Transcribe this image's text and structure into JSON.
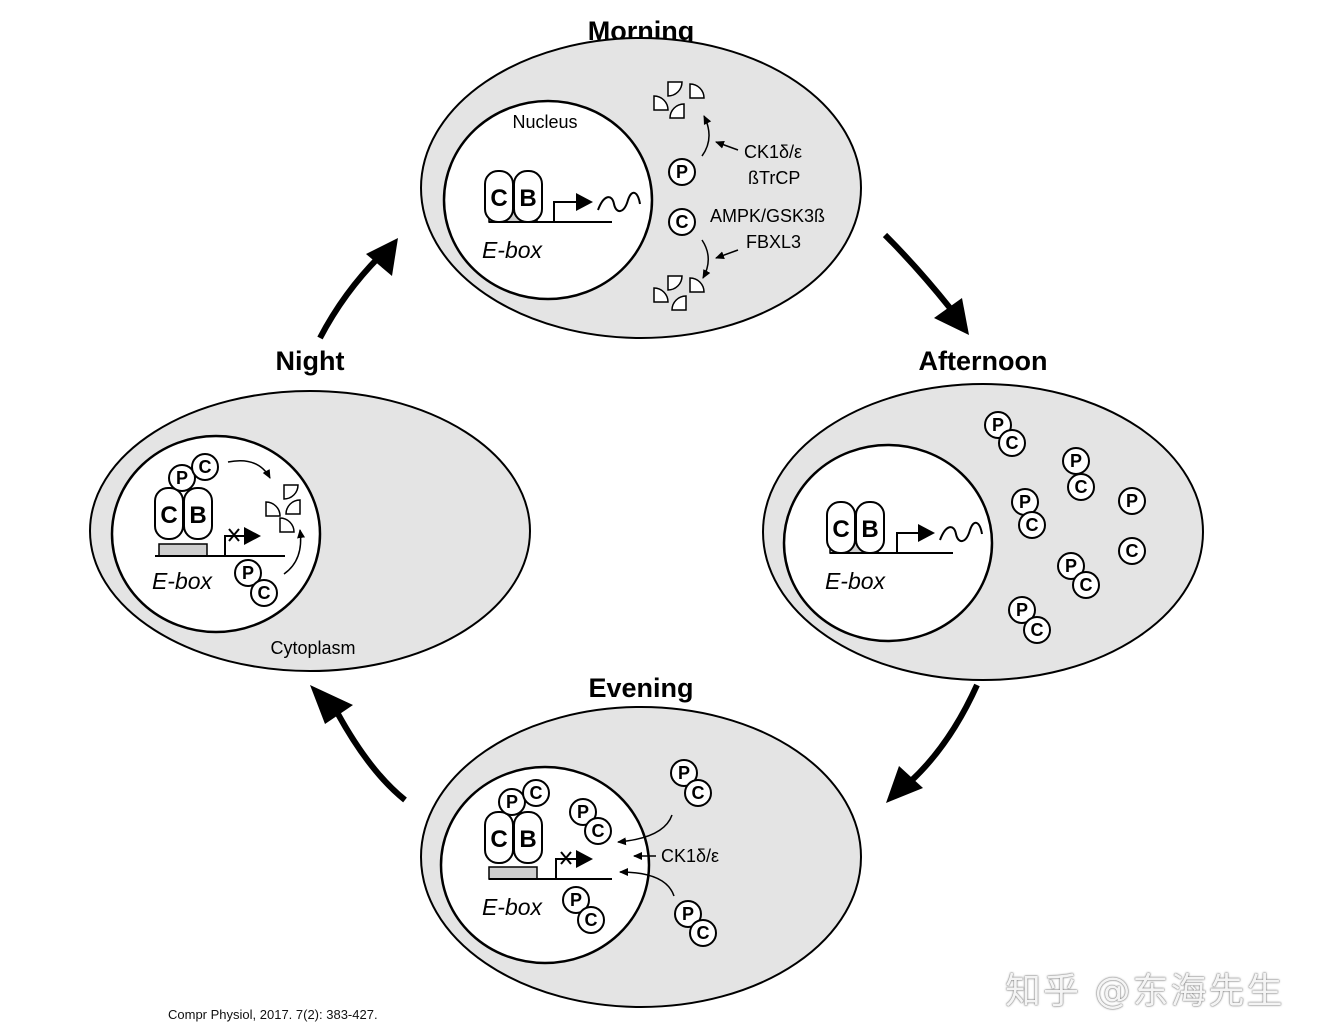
{
  "phases": {
    "morning": "Morning",
    "afternoon": "Afternoon",
    "evening": "Evening",
    "night": "Night"
  },
  "labels": {
    "nucleus": "Nucleus",
    "cytoplasm": "Cytoplasm",
    "ebox": "E-box",
    "clock": "C",
    "bmal": "B",
    "per": "P",
    "cry": "C"
  },
  "kinases": {
    "ck1_morning": "CK1δ/ε",
    "btrcp": "ßTrCP",
    "ampk": "AMPK/GSK3ß",
    "fbxl3": "FBXL3",
    "ck1_evening": "CK1δ/ε"
  },
  "citation": "Compr Physiol, 2017. 7(2): 383-427.",
  "watermark": "知乎 @东海先生",
  "colors": {
    "cell_fill": "#e4e4e4",
    "nucleus_fill": "#ffffff",
    "box_fill": "#cfcfcf",
    "stroke": "#000000"
  }
}
